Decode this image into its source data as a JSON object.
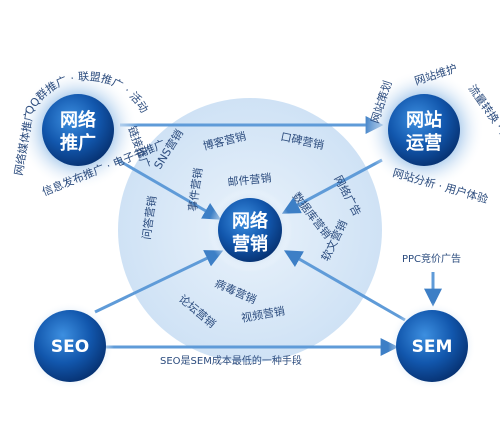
{
  "nodes": {
    "center": {
      "line1": "网络",
      "line2": "营销"
    },
    "promotion": {
      "line1": "网络",
      "line2": "推广"
    },
    "operation": {
      "line1": "网站",
      "line2": "运营"
    },
    "seo": {
      "label": "SEO"
    },
    "sem": {
      "label": "SEM"
    }
  },
  "inner_ring": {
    "top": "博客营销",
    "top_right": "口碑营销",
    "top_left": "SNS营销",
    "mid_top": "邮件营销",
    "right": "数据库营销",
    "right_outer": "网络广告",
    "left": "事件营销",
    "left_outer": "问答营销",
    "bottom_mid": "病毒营销",
    "bottom_right": "软文营销",
    "bottom": "论坛营销",
    "bottom_inner": "视频营销"
  },
  "promotion_arc": {
    "top": "QQ群推广 · 联盟推广 · 活动推广",
    "left": "网络媒体推广",
    "bottom": "信息发布推广 · 电子书推广",
    "right": "链接推广"
  },
  "operation_arc": {
    "top": "网站维护",
    "left": "网站策划",
    "right": "流量转换 · 数据统计",
    "bottom": "网站分析 · 用户体验"
  },
  "notes": {
    "ppc": "PPC竞价广告",
    "seo_sem": "SEO是SEM成本最低的一种手段"
  },
  "colors": {
    "node_dark": "#0b3e86",
    "node_light": "#2c7fd4",
    "arrow": "#6ea8de",
    "halo": "#dbe9f7",
    "text": "#2c4c7e"
  }
}
